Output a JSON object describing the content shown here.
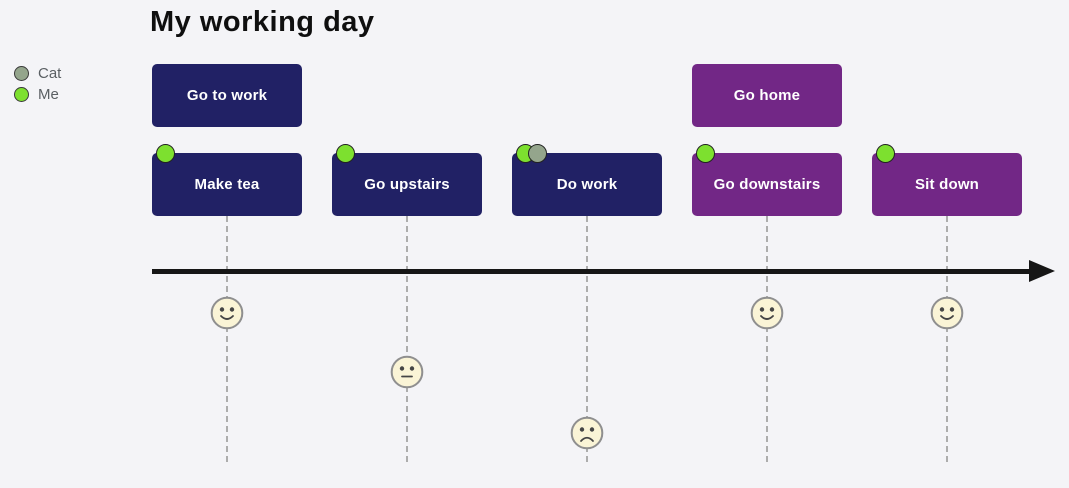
{
  "title": "My working day",
  "colors": {
    "background": "#f4f4f7",
    "navy_card": "#212165",
    "purple_card": "#722786",
    "axis": "#161616",
    "guide_line": "#adadad",
    "face_fill": "#faf4d6"
  },
  "legend": {
    "items": [
      {
        "id": "cat",
        "label": "Cat",
        "color": "#94a58c"
      },
      {
        "id": "me",
        "label": "Me",
        "color": "#7de02f"
      }
    ]
  },
  "timeline": {
    "axis_direction": "right",
    "events": [
      {
        "label": "Go to work",
        "row": "top",
        "color": "#212165",
        "actors": []
      },
      {
        "label": "Make tea",
        "row": "bottom",
        "color": "#212165",
        "actors": [
          "me"
        ],
        "mood": "happy"
      },
      {
        "label": "Go upstairs",
        "row": "bottom",
        "color": "#212165",
        "actors": [
          "me"
        ],
        "mood": "neutral"
      },
      {
        "label": "Do work",
        "row": "bottom",
        "color": "#212165",
        "actors": [
          "me",
          "cat"
        ],
        "mood": "sad"
      },
      {
        "label": "Go home",
        "row": "top",
        "color": "#722786",
        "actors": []
      },
      {
        "label": "Go downstairs",
        "row": "bottom",
        "color": "#722786",
        "actors": [
          "me"
        ],
        "mood": "happy"
      },
      {
        "label": "Sit down",
        "row": "bottom",
        "color": "#722786",
        "actors": [
          "me"
        ],
        "mood": "happy"
      }
    ]
  }
}
